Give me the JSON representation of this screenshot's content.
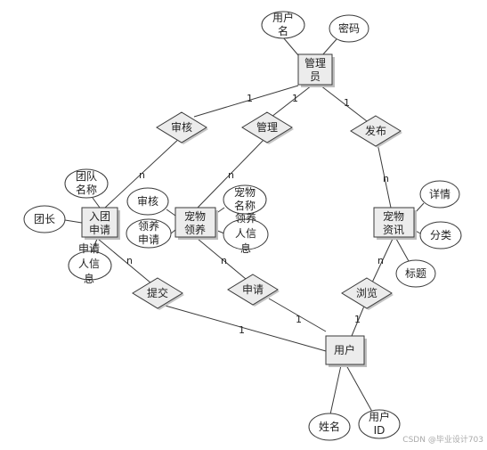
{
  "entities": {
    "admin": [
      "管理",
      "员"
    ],
    "join_apply": [
      "入团",
      "申请"
    ],
    "pet_adopt": [
      "宠物",
      "领养"
    ],
    "pet_info": [
      "宠物",
      "资讯"
    ],
    "user": [
      "用户"
    ]
  },
  "relationships": {
    "review": "审核",
    "manage": "管理",
    "publish": "发布",
    "submit": "提交",
    "apply": "申请",
    "browse": "浏览"
  },
  "attributes": {
    "admin_username": [
      "用户",
      "名"
    ],
    "admin_password": [
      "密码"
    ],
    "team_name": [
      "团队",
      "名称"
    ],
    "team_leader": [
      "团长"
    ],
    "join_applicant_info": [
      "申请",
      "人信",
      "息"
    ],
    "adopt_review": [
      "审核"
    ],
    "adopt_apply": [
      "领养",
      "申请"
    ],
    "pet_name": [
      "宠物",
      "名称"
    ],
    "adopter_info": [
      "领养",
      "人信",
      "息"
    ],
    "info_detail": [
      "详情"
    ],
    "info_category": [
      "分类"
    ],
    "info_title": [
      "标题"
    ],
    "user_name": [
      "姓名"
    ],
    "user_id": [
      "用户",
      "ID"
    ]
  },
  "cardinalities": {
    "review_admin": "1",
    "review_join": "n",
    "manage_admin": "1",
    "manage_adopt": "n",
    "publish_admin": "1",
    "publish_info": "n",
    "submit_join": "n",
    "submit_user": "1",
    "apply_adopt": "n",
    "apply_user": "1",
    "browse_info": "n",
    "browse_user": "1"
  },
  "watermark": "CSDN @毕业设计703"
}
